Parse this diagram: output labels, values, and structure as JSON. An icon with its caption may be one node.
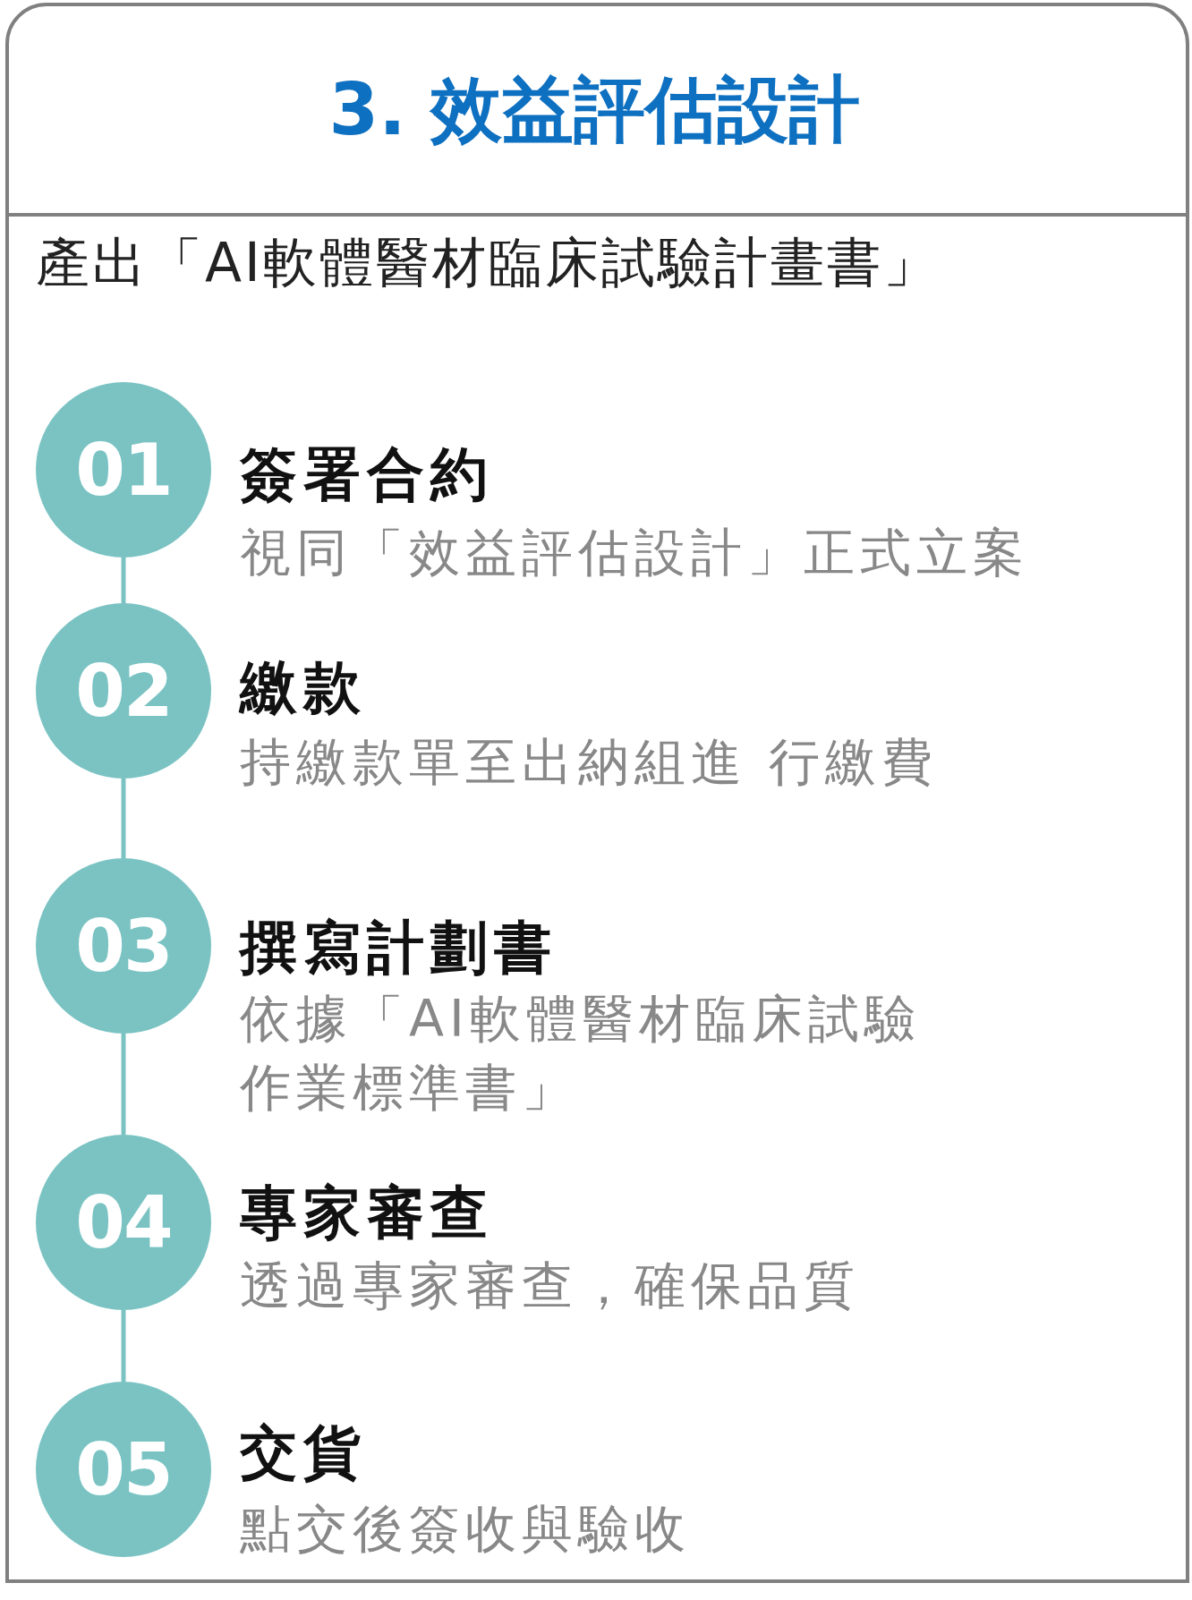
{
  "diagram": {
    "nodes": [
      {
        "text": [
          "3. 效益評估設計",
          "產出「AI軟體醫材臨床試驗計畫書」"
        ]
      },
      {
        "text": [
          "01"
        ],
        "in": 0,
        "beside": [
          "簽署合約",
          "視同「效益評估設計」正式立案"
        ]
      },
      {
        "text": [
          "02"
        ],
        "in": 0,
        "beside": [
          "繳款",
          "持繳款單至出納組進 行繳費"
        ]
      },
      {
        "text": [
          "03"
        ],
        "in": 0,
        "beside": [
          "撰寫計劃書",
          "依據「AI軟體醫材臨床試驗作業標準書」"
        ]
      },
      {
        "text": [
          "04"
        ],
        "in": 0,
        "beside": [
          "專家審查",
          "透過專家審查，確保品質"
        ]
      },
      {
        "text": [
          "05"
        ],
        "in": 0,
        "beside": [
          "交貨",
          "點交後簽收與驗收"
        ]
      }
    ],
    "edges": [
      {
        "from": 1,
        "to": 2,
        "arrow": "none"
      },
      {
        "from": 2,
        "to": 3,
        "arrow": "none"
      },
      {
        "from": 3,
        "to": 4,
        "arrow": "none"
      },
      {
        "from": 4,
        "to": 5,
        "arrow": "none"
      }
    ]
  }
}
